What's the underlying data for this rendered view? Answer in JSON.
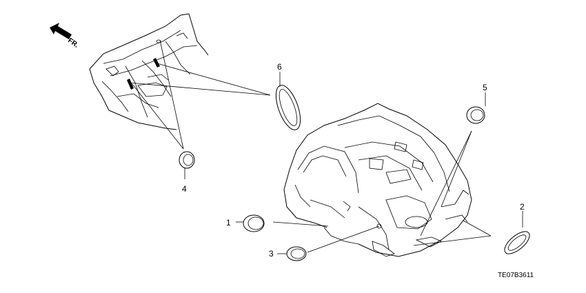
{
  "diagram": {
    "direction_label": "FR.",
    "direction_icon": "front-arrow-icon",
    "part_code": "TE07B3611",
    "callouts": [
      {
        "id": "1",
        "label": "1"
      },
      {
        "id": "2",
        "label": "2"
      },
      {
        "id": "3",
        "label": "3"
      },
      {
        "id": "4",
        "label": "4"
      },
      {
        "id": "5",
        "label": "5"
      },
      {
        "id": "6",
        "label": "6"
      }
    ]
  }
}
